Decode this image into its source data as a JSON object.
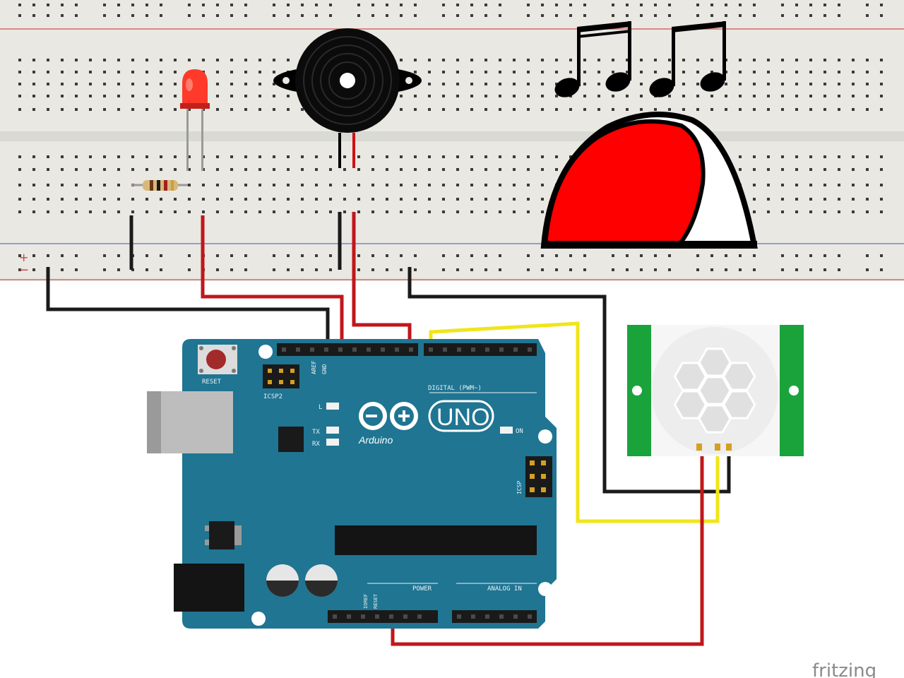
{
  "board": {
    "reset_label": "RESET",
    "icsp_label": "ICSP2",
    "icsp_side_label": "ICSP",
    "logo_text": "UNO",
    "brand": "Arduino",
    "led_l_label": "L",
    "led_tx_label": "TX",
    "led_rx_label": "RX",
    "on_label": "ON",
    "aref_label": "AREF",
    "gnd_label": "GND",
    "digital_label": "DIGITAL (PWM~)",
    "power_label": "POWER",
    "analog_label": "ANALOG IN",
    "ioref_label": "IOREF",
    "reset_pin_label": "RESET"
  },
  "breadboard": {
    "plus_label": "+",
    "minus_label": "−"
  },
  "watermark": "fritzing",
  "colors": {
    "breadboard": "#e9e8e2",
    "board": "#1f7592",
    "wire_red": "#c0171b",
    "wire_black": "#1a1a1a",
    "wire_yellow": "#f1e51a",
    "pir_green": "#1aa33b",
    "bell_red": "#ff0000"
  }
}
